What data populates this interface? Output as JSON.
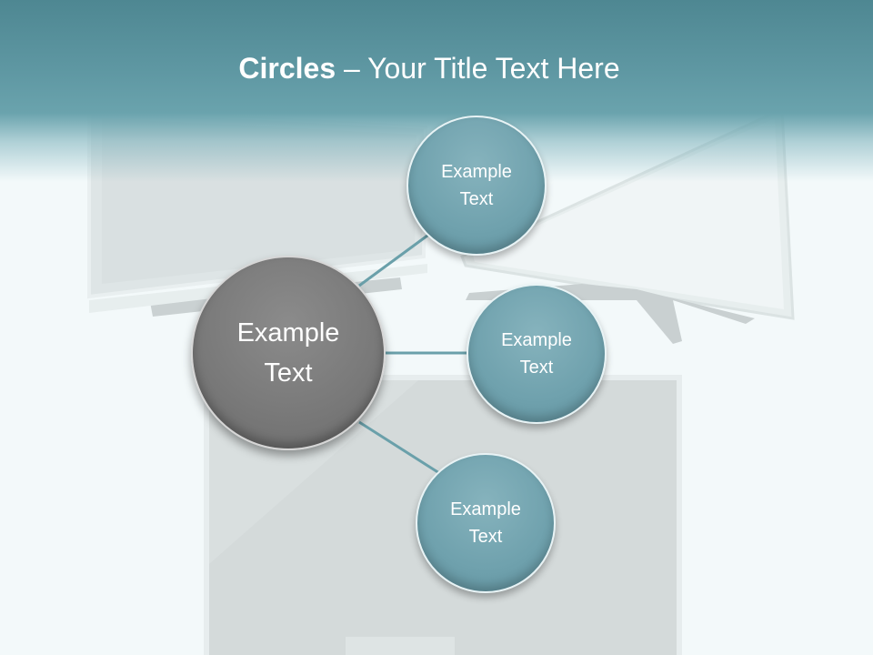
{
  "slide": {
    "title_bold": "Circles",
    "title_rest": " – Your Title Text Here"
  },
  "circles": {
    "main": {
      "line1": "Example",
      "line2": "Text"
    },
    "top": {
      "line1": "Example",
      "line2": "Text"
    },
    "middle": {
      "line1": "Example",
      "line2": "Text"
    },
    "bottom": {
      "line1": "Example",
      "line2": "Text"
    }
  },
  "colors": {
    "header": "#5f98a3",
    "main_circle": "#7a7a7a",
    "satellite_circle": "#6fa1ad",
    "connector": "#6aa0aa"
  }
}
